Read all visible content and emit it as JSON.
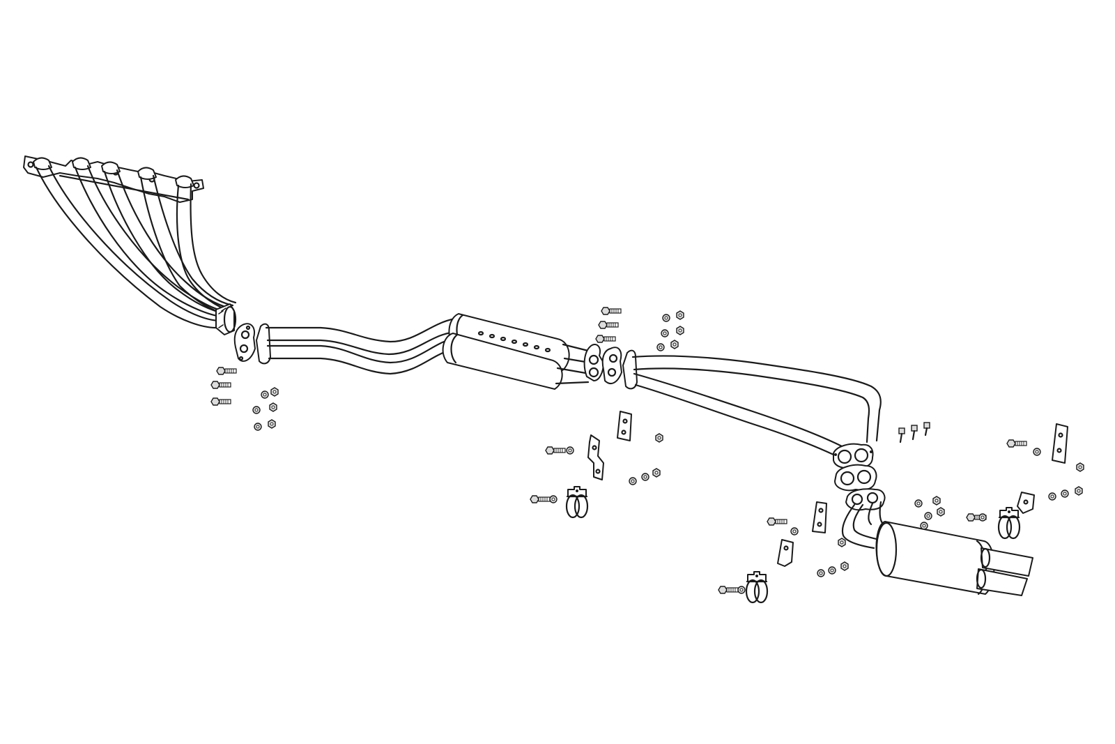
{
  "diagram": {
    "type": "exploded-view",
    "subject": "exhaust system",
    "colors": {
      "line": "#1a1a1a",
      "background": "#ffffff",
      "hardware_fill": "#dcdcdc"
    },
    "parts": [
      {
        "id": "exhaust-manifold-header",
        "icon": "header-manifold-icon"
      },
      {
        "id": "flange-gasket-front",
        "icon": "gasket-icon"
      },
      {
        "id": "front-pipe",
        "icon": "pipe-icon"
      },
      {
        "id": "center-resonator",
        "icon": "resonator-icon"
      },
      {
        "id": "flange-gasket-center",
        "icon": "gasket-icon"
      },
      {
        "id": "intermediate-y-pipe",
        "icon": "pipe-icon"
      },
      {
        "id": "three-bolt-gasket-rear",
        "icon": "gasket-icon"
      },
      {
        "id": "rear-muffler-dual-tips",
        "icon": "muffler-icon"
      },
      {
        "id": "hanger-brackets",
        "icon": "bracket-icon"
      },
      {
        "id": "pipe-clamps",
        "icon": "clamp-icon"
      },
      {
        "id": "bolts",
        "icon": "bolt-icon"
      },
      {
        "id": "nuts",
        "icon": "nut-icon"
      },
      {
        "id": "washers",
        "icon": "washer-icon"
      }
    ]
  }
}
